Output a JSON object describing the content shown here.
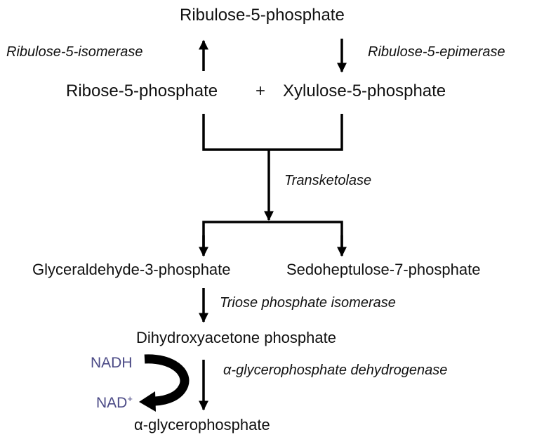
{
  "metabolites": {
    "ribulose5p": "Ribulose-5-phosphate",
    "ribose5p": "Ribose-5-phosphate",
    "plus": "+",
    "xylulose5p": "Xylulose-5-phosphate",
    "glyceraldehyde3p": "Glyceraldehyde-3-phosphate",
    "sedoheptulose7p": "Sedoheptulose-7-phosphate",
    "dhap": "Dihydroxyacetone phosphate",
    "alpha_gp": "α-glycerophosphate"
  },
  "enzymes": {
    "isomerase": "Ribulose-5-isomerase",
    "epimerase": "Ribulose-5-epimerase",
    "transketolase": "Transketolase",
    "tpi": "Triose phosphate isomerase",
    "gpdh": "α-glycerophosphate dehydrogenase"
  },
  "cofactors": {
    "nadh": "NADH",
    "nad_base": "NAD",
    "nad_sup": "+",
    "color": "#4b4a86"
  },
  "colors": {
    "text": "#111111",
    "arrow": "#000000",
    "background": "#ffffff"
  }
}
